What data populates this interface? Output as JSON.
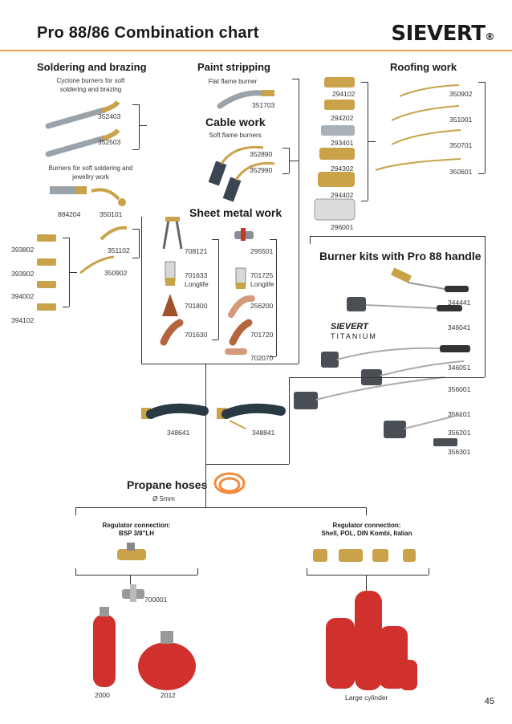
{
  "header": {
    "title": "Pro 88/86 Combination chart",
    "brand": "SIEVERT",
    "brand_mark": "®"
  },
  "soldering": {
    "title": "Soldering and brazing",
    "cap1": "Cyclone burners for soft soldering and brazing",
    "codes_a": [
      "352403",
      "352503"
    ],
    "cap2": "Burners for soft soldering and jewellry work",
    "codes_b": [
      "884204",
      "350101"
    ],
    "left_codes": [
      "393802",
      "393902",
      "394002",
      "394102"
    ],
    "right_codes": [
      "351102",
      "350902"
    ]
  },
  "paint": {
    "title": "Paint stripping",
    "cap": "Flat flame burner",
    "code": "351703"
  },
  "cable": {
    "title": "Cable work",
    "cap": "Soft flame burners",
    "codes": [
      "352890",
      "352990"
    ]
  },
  "sheet": {
    "title": "Sheet metal work",
    "left": [
      "708121",
      "701633",
      "701800",
      "701630"
    ],
    "right": [
      "295501",
      "701725",
      "256200",
      "701720",
      "702070"
    ],
    "longlife": "Longlife"
  },
  "roofing": {
    "title": "Roofing work",
    "left": [
      "294102",
      "294202",
      "293401",
      "294302",
      "294402",
      "296001"
    ],
    "right": [
      "350902",
      "351001",
      "350701",
      "350601"
    ]
  },
  "kits": {
    "title": "Burner kits with Pro 88 handle",
    "titanium_brand": "SIEVERT",
    "titanium_word": "TITANIUM",
    "codes": [
      "344441",
      "346041",
      "346051",
      "356001",
      "356101",
      "356201",
      "356301"
    ]
  },
  "handles": {
    "codes": [
      "348641",
      "348841"
    ]
  },
  "hoses": {
    "title": "Propane hoses",
    "dia": "Ø 5mm"
  },
  "regulators": {
    "left_title": "Regulator connection:",
    "left_sub": "BSP 3/8\"LH",
    "right_title": "Regulator connection:",
    "right_sub": "Shell, POL, DIN Kombi, Italian",
    "code": "700001"
  },
  "cylinders": {
    "codes": [
      "2000",
      "2012"
    ],
    "large": "Large cylinder"
  },
  "page": {
    "number": "45"
  },
  "colors": {
    "accent": "#f0a04b",
    "brass": "#c9a24a",
    "red": "#d0312d",
    "steel": "#9ba3aa",
    "dark": "#333333"
  }
}
